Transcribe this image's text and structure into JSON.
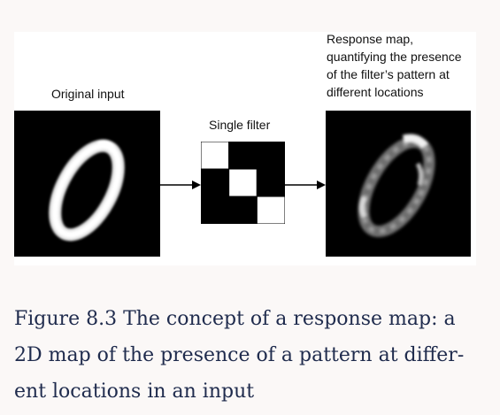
{
  "figure": {
    "original_input_label": "Original input",
    "filter_label": "Single filter",
    "response_label_lines": [
      "Response map,",
      "quantifying the presence",
      "of the filter’s pattern at",
      "different locations"
    ],
    "filter_grid": [
      [
        1,
        0,
        0
      ],
      [
        0,
        1,
        0
      ],
      [
        0,
        0,
        1
      ]
    ]
  },
  "caption": {
    "lines": [
      "Figure 8.3 The concept of a response map: a",
      "2D map of the presence of a pattern at differ-",
      "ent locations in an input"
    ]
  },
  "colors": {
    "page_background": "#fbf8f7",
    "caption_text": "#1f2b4d"
  }
}
